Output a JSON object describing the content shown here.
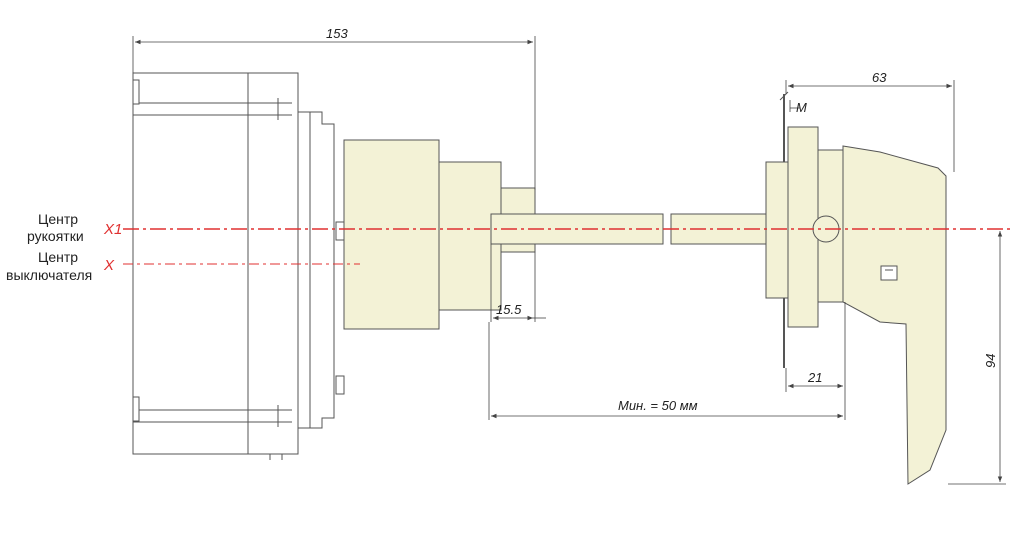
{
  "colors": {
    "part_fill": "#f3f2d6",
    "axis_line": "#e03030",
    "outline": "#555555",
    "background": "#ffffff"
  },
  "labels": {
    "handle_center": [
      "Центр",
      "рукоятки"
    ],
    "switch_center": [
      "Центр",
      "выключателя"
    ],
    "axis_x1": "X1",
    "axis_x": "X",
    "mark_m": "M"
  },
  "dimensions": {
    "overall_length": "153",
    "handle_depth": "63",
    "shaft_protrusion": "15.5",
    "handle_offset": "21",
    "min_distance": "Мин. = 50 мм",
    "handle_height": "94"
  }
}
